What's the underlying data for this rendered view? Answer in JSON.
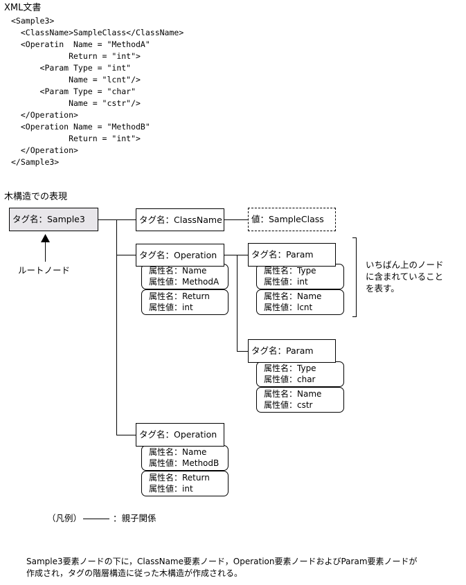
{
  "xml_section": {
    "heading": "XML文書",
    "lines": [
      "<Sample3>",
      "  <ClassName>SampleClass</ClassName>",
      "  <Operatin  Name = \"MethodA\"",
      "            Return = \"int\">",
      "      <Param Type = \"int\"",
      "            Name = \"lcnt\"/>",
      "      <Param Type = \"char\"",
      "            Name = \"cstr\"/>",
      "  </Operation>",
      "  <Operation Name = \"MethodB\"",
      "            Return = \"int\">",
      "  </Operation>",
      "</Sample3>"
    ]
  },
  "tree_section": {
    "heading": "木構造での表現",
    "root_node": "タグ名：Sample3",
    "root_label": "ルートノード",
    "classname_node": "タグ名：ClassName",
    "value_node": "値：SampleClass",
    "operation_a": {
      "node": "タグ名：Operation",
      "attrs": [
        [
          "属性名：Name",
          "属性値：MethodA"
        ],
        [
          "属性名：Return",
          "属性値：int"
        ]
      ]
    },
    "param_1": {
      "node": "タグ名：Param",
      "attrs": [
        [
          "属性名：Type",
          "属性値：int"
        ],
        [
          "属性名：Name",
          "属性値：lcnt"
        ]
      ]
    },
    "param_2": {
      "node": "タグ名：Param",
      "attrs": [
        [
          "属性名：Type",
          "属性値：char"
        ],
        [
          "属性名：Name",
          "属性値：cstr"
        ]
      ]
    },
    "operation_b": {
      "node": "タグ名：Operation",
      "attrs": [
        [
          "属性名：Name",
          "属性値：MethodB"
        ],
        [
          "属性名：Return",
          "属性値：int"
        ]
      ]
    },
    "side_note": [
      "いちばん上のノード",
      "に含まれていること",
      "を表す。"
    ]
  },
  "legend": {
    "label": "（凡例）",
    "text": "：親子関係"
  },
  "caption": [
    "Sample3要素ノードの下に，ClassName要素ノード，Operation要素ノードおよびParam要素ノードが",
    "作成され，タグの階層構造に従った木構造が作成される。"
  ]
}
